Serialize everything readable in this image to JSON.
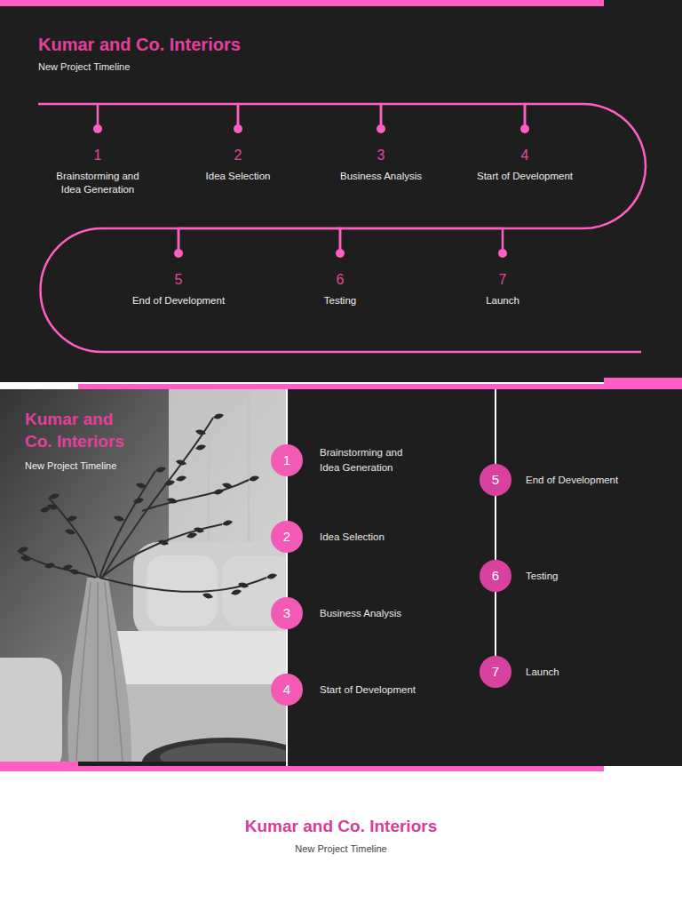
{
  "diagram": {
    "title": "Kumar and Co. Interiors",
    "nodes": [
      {
        "text": [
          "1",
          "Brainstorming and Idea Generation"
        ]
      },
      {
        "text": [
          "2",
          "Idea Selection"
        ]
      },
      {
        "text": [
          "3",
          "Business Analysis"
        ]
      },
      {
        "text": [
          "4",
          "Start of Development"
        ]
      },
      {
        "text": [
          "5",
          "End of Development"
        ]
      },
      {
        "text": [
          "6",
          "Testing"
        ]
      },
      {
        "text": [
          "7",
          "Launch"
        ]
      },
      {
        "text": [
          "1",
          "Brainstorming and Idea Generation"
        ]
      },
      {
        "text": [
          "2",
          "Idea Selection"
        ]
      },
      {
        "text": [
          "3",
          "Business Analysis"
        ]
      },
      {
        "text": [
          "4",
          "Start of Development"
        ]
      },
      {
        "text": [
          "5",
          "End of Development"
        ]
      },
      {
        "text": [
          "6",
          "Testing"
        ]
      },
      {
        "text": [
          "7",
          "Launch"
        ]
      }
    ],
    "edges": [
      {
        "from": 0,
        "to": 1,
        "arrow": "none"
      },
      {
        "from": 1,
        "to": 2,
        "arrow": "none"
      },
      {
        "from": 2,
        "to": 3,
        "arrow": "none"
      },
      {
        "from": 3,
        "to": 4,
        "arrow": "none"
      },
      {
        "from": 4,
        "to": 5,
        "arrow": "none"
      },
      {
        "from": 5,
        "to": 6,
        "arrow": "none"
      },
      {
        "from": 7,
        "to": 8,
        "arrow": "none"
      },
      {
        "from": 8,
        "to": 9,
        "arrow": "none"
      },
      {
        "from": 9,
        "to": 10,
        "arrow": "none"
      },
      {
        "from": 11,
        "to": 12,
        "arrow": "none"
      },
      {
        "from": 12,
        "to": 13,
        "arrow": "none"
      }
    ],
    "labels": [
      "New Project Timeline",
      "Kumar and Co. Interiors",
      "New Project Timeline",
      "Kumar and Co. Interiors",
      "New Project Timeline"
    ]
  }
}
